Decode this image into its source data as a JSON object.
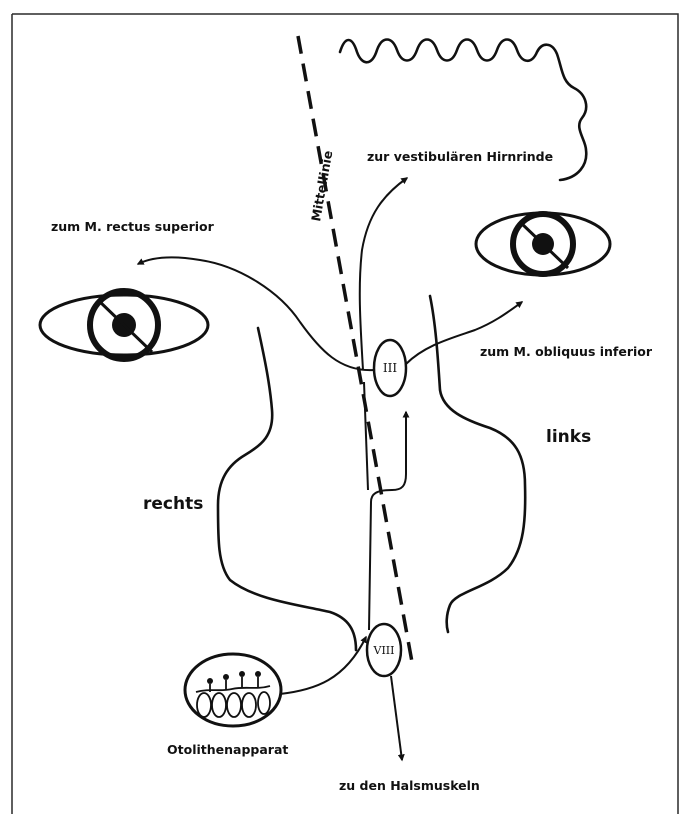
{
  "labels": {
    "mittellinie": "Mittellinie",
    "cortex": "zur vestibulären Hirnrinde",
    "rectus_superior": "zum M. rectus superior",
    "obliquus_inferior": "zum M. obliquus inferior",
    "links": "links",
    "rechts": "rechts",
    "nucleus_iii": "III",
    "nucleus_viii": "VIII",
    "otolith": "Otolithenapparat",
    "neck_muscles": "zu den Halsmuskeln"
  },
  "colors": {
    "ink": "#111111",
    "frame": "#2a2a2a",
    "background": "#ffffff"
  }
}
